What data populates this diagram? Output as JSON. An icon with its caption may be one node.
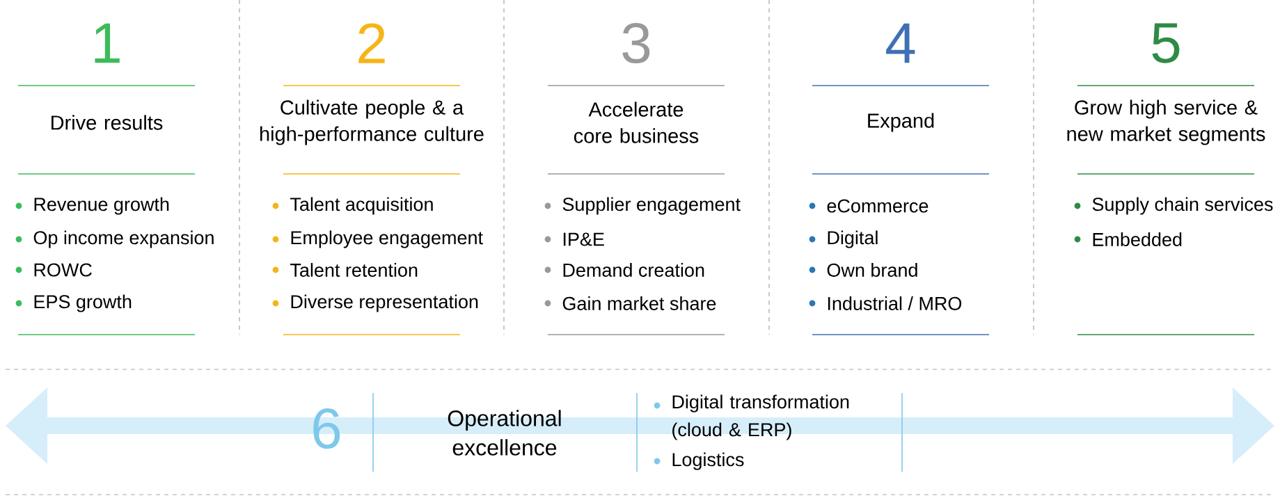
{
  "diagram": {
    "labels": [
      "1",
      "Drive results",
      "Revenue growth",
      "Op income expansion",
      "ROWC",
      "EPS growth",
      "2",
      "Cultivate people & a high-performance culture",
      "Talent acquisition",
      "Employee engagement",
      "Talent retention",
      "Diverse representation",
      "3",
      "Accelerate core business",
      "Supplier engagement",
      "IP&E",
      "Demand creation",
      "Gain market share",
      "4",
      "Expand",
      "eCommerce",
      "Digital",
      "Own brand",
      "Industrial / MRO",
      "5",
      "Grow high service & new market segments",
      "Supply chain services",
      "Embedded",
      "6",
      "Operational excellence",
      "Digital transformation (cloud & ERP)",
      "Logistics"
    ]
  }
}
